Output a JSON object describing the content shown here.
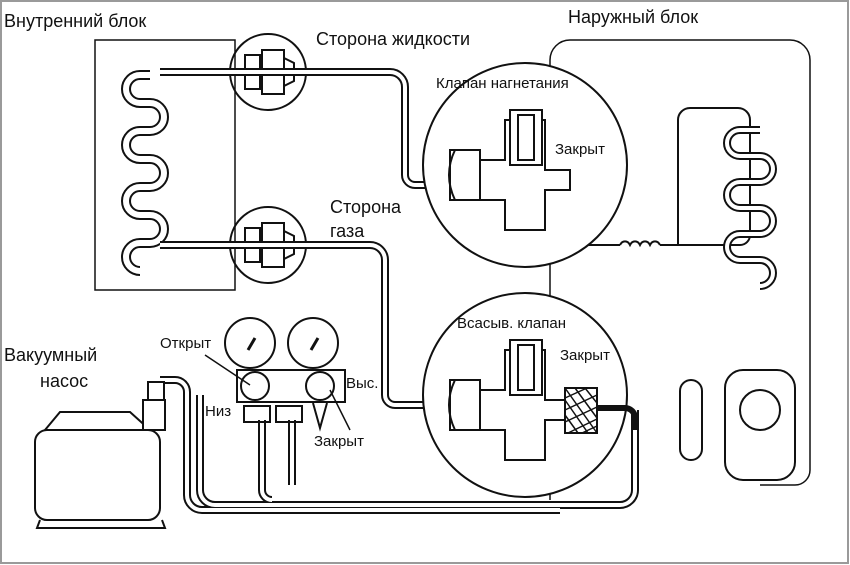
{
  "labels": {
    "indoor_unit": "Внутренний блок",
    "liquid_side": "Сторона жидкости",
    "outdoor_unit": "Наружный блок",
    "discharge_valve": "Клапан нагнетания",
    "discharge_closed": "Закрыт",
    "gas_side_1": "Сторона",
    "gas_side_2": "газа",
    "suction_valve": "Всасыв. клапан",
    "suction_closed": "Закрыт",
    "vacuum_pump_1": "Вакуумный",
    "vacuum_pump_2": "насос",
    "gauge_open": "Открыт",
    "gauge_high": "Выс.",
    "gauge_low": "Низ",
    "gauge_closed": "Закрыт"
  },
  "colors": {
    "line": "#111111",
    "frame": "#9a9a9a",
    "mesh": "#222222"
  }
}
